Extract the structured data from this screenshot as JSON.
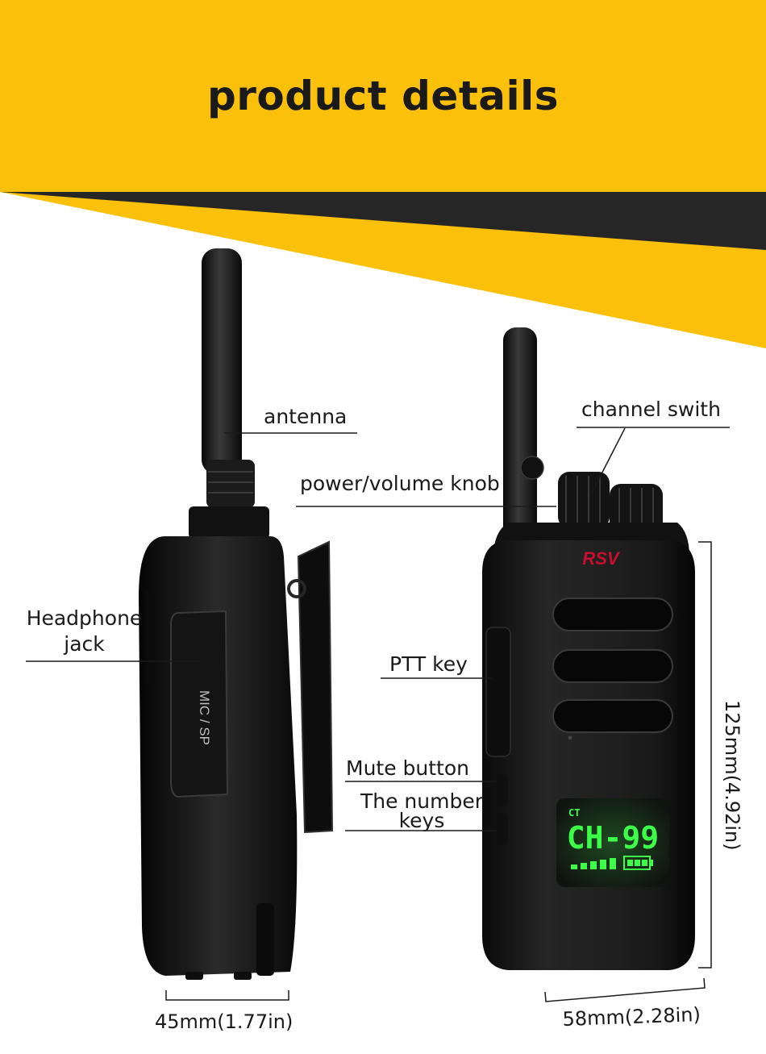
{
  "header": {
    "title": "product details"
  },
  "radio_left": {
    "panel_text": "MIC / SP"
  },
  "radio_right": {
    "brand": "RSV",
    "display": {
      "small": "CT",
      "main": "CH-99"
    }
  },
  "labels": {
    "antenna": "antenna",
    "channel_switch": "channel swith",
    "power_volume": "power/volume knob",
    "headphone_line1": "Headphone",
    "headphone_line2": "jack",
    "ptt": "PTT key",
    "mute": "Mute button",
    "number_line1": "The number",
    "number_line2": "keys"
  },
  "dimensions": {
    "height": "125mm(4.92in)",
    "width_left": "45mm(1.77in)",
    "width_right": "58mm(2.28in)"
  },
  "colors": {
    "banner": "#fbc00a",
    "wedge": "#262626",
    "radio_body": "#151515",
    "display_green": "#3dff4a"
  }
}
